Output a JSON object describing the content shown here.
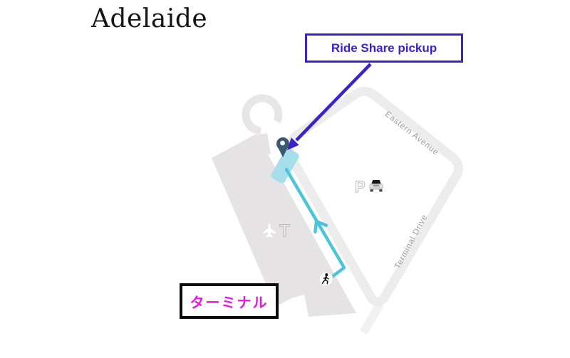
{
  "page": {
    "title": "Adelaide"
  },
  "callout": {
    "label": "Ride Share pickup"
  },
  "terminal_box": {
    "label": "ターミナル"
  },
  "map": {
    "street_labels": {
      "eastern": "Eastern Avenue",
      "terminal_drive": "Terminal Drive"
    },
    "parking_symbol": "P",
    "terminal_letter": "T",
    "icons": [
      "map-pin-icon",
      "walking-person-icon",
      "parking-icon",
      "car-icon",
      "plane-icon"
    ]
  },
  "colors": {
    "accent_blue": "#3a22cd",
    "magenta": "#e518dc",
    "route_cyan": "#4cc4da",
    "pickup_zone": "#a6dee9",
    "road_gray": "#ececec",
    "building_gray": "#e5e3e3",
    "pin_navy": "#3d5871"
  }
}
